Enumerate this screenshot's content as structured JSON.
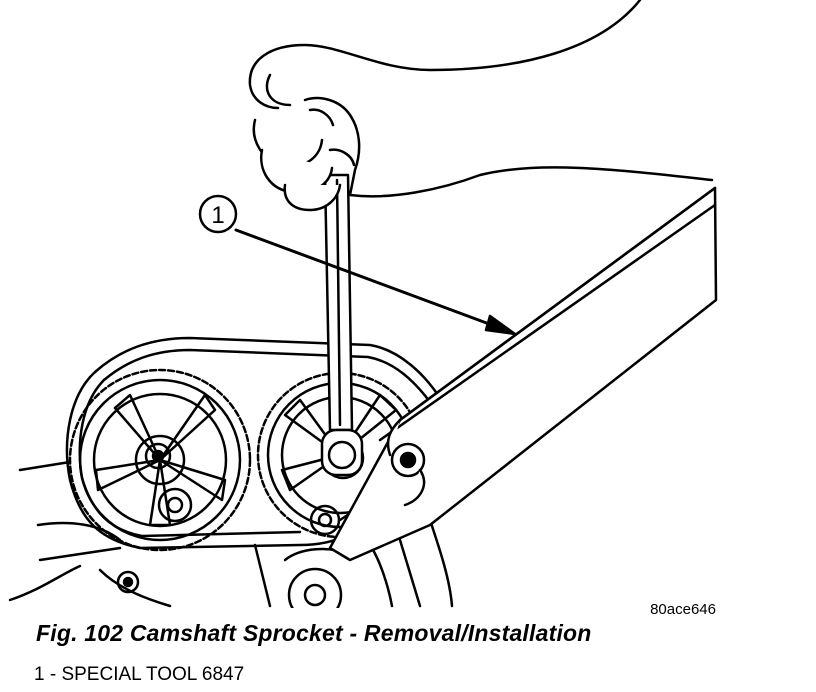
{
  "callout": {
    "number": "1"
  },
  "image_code": "80ace646",
  "caption": "Fig. 102 Camshaft Sprocket - Removal/Installation",
  "legend": [
    {
      "text": "1 - SPECIAL TOOL 6847"
    }
  ],
  "colors": {
    "ink": "#000000",
    "paper": "#ffffff"
  }
}
